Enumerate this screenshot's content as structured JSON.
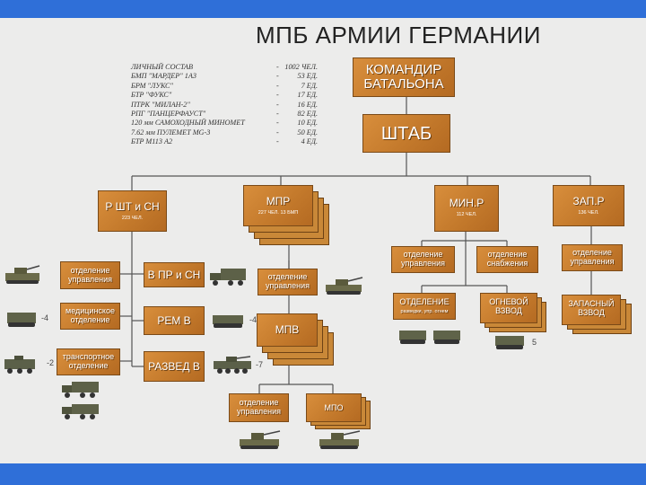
{
  "title": "МПБ АРМИИ ГЕРМАНИИ",
  "stats": [
    {
      "label": "ЛИЧНЫЙ СОСТАВ",
      "dash": "-",
      "value": "1002 ЧЕЛ."
    },
    {
      "label": "БМП \"МАРДЕР\" 1А3",
      "dash": "-",
      "value": "53 ЕД."
    },
    {
      "label": "БРМ \"ЛУКС\"",
      "dash": "-",
      "value": "7 ЕД."
    },
    {
      "label": "БТР \"ФУКС\"",
      "dash": "-",
      "value": "17 ЕД."
    },
    {
      "label": "ПТРК \"МИЛАН-2\"",
      "dash": "-",
      "value": "16 ЕД."
    },
    {
      "label": "РПГ \"ПАНЦЕРФАУСТ\"",
      "dash": "-",
      "value": "82 ЕД."
    },
    {
      "label": "120 мм САМОХОДНЫЙ МИНОМЕТ",
      "dash": "-",
      "value": "10 ЕД."
    },
    {
      "label": "7.62 мм ПУЛЕМЕТ МG-3",
      "dash": "-",
      "value": "50 ЕД."
    },
    {
      "label": "БТР М113 А2",
      "dash": "-",
      "value": "4 ЕД."
    }
  ],
  "nodes": {
    "commander": "КОМАНДИР БАТАЛЬОНА",
    "hq": "ШТАБ",
    "rsht": "Р ШТ и СН",
    "rsht_sub": "223 ЧЕЛ.",
    "mpr": "МПР",
    "mpr_sub": "227 ЧЕЛ. 13 БМП",
    "minr": "МИН.Р",
    "minr_sub": "112 ЧЕЛ.",
    "zapr": "ЗАП.Р",
    "zapr_sub": "136 ЧЕЛ.",
    "rsht_control": "отделение управления",
    "medical": "медицинское отделение",
    "transport": "транспортное отделение",
    "vpr_sn": "В ПР и СН",
    "rem_v": "РЕМ В",
    "razved_v": "РАЗВЕД В",
    "mpr_control": "отделение управления",
    "mpv": "МПВ",
    "mpv_control": "отделение управления",
    "mpo": "МПО",
    "minr_control": "отделение управления",
    "minr_supply": "отделение снабжения",
    "minr_sect": "ОТДЕЛЕНИЕ",
    "minr_sect_sub": "разведки, упр. огнем",
    "fire_platoon": "ОГНЕВОЙ ВЗВОД",
    "zapr_control": "отделение управления",
    "reserve_platoon": "ЗАПАСНЫЙ ВЗВОД"
  },
  "counts": {
    "medical": "4",
    "transport": "2",
    "rem_v": "4",
    "razved_v": "7",
    "fire_platoon": "5"
  }
}
